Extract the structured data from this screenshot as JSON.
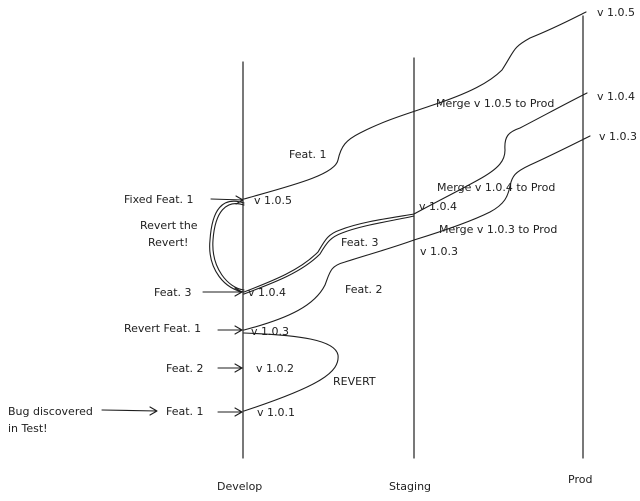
{
  "lanes": {
    "develop": "Develop",
    "staging": "Staging",
    "prod": "Prod"
  },
  "develop_versions": {
    "v101": "v 1.0.1",
    "v102": "v 1.0.2",
    "v103": "v 1.0.3",
    "v104": "v 1.0.4",
    "v105": "v 1.0.5"
  },
  "staging_versions": {
    "v103": "v 1.0.3",
    "v104": "v 1.0.4"
  },
  "prod_versions": {
    "v103": "v 1.0.3",
    "v104": "v 1.0.4",
    "v105": "v 1.0.5"
  },
  "left_labels": {
    "fixed_feat1": "Fixed Feat. 1",
    "revert_the_revert_1": "Revert the",
    "revert_the_revert_2": "Revert!",
    "feat3": "Feat. 3",
    "revert_feat1": "Revert Feat. 1",
    "feat2": "Feat. 2",
    "feat1": "Feat. 1",
    "bug_1": "Bug discovered",
    "bug_2": "in Test!"
  },
  "branch_labels": {
    "feat1": "Feat. 1",
    "feat3": "Feat. 3",
    "feat2": "Feat. 2",
    "revert": "REVERT"
  },
  "merge_labels": {
    "m105": "Merge v 1.0.5 to Prod",
    "m104": "Merge v 1.0.4 to Prod",
    "m103": "Merge v 1.0.3 to Prod"
  }
}
